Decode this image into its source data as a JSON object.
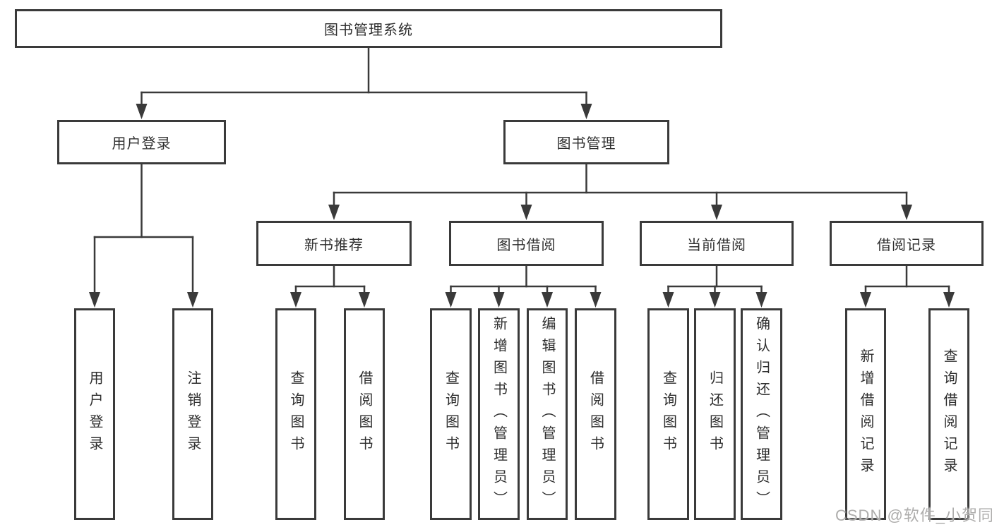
{
  "diagram": {
    "watermark": "CSDN @软件_小贺同学",
    "colors": {
      "background": "#ffffff",
      "box_border": "#3a3a3a",
      "connector_line": "#3a3a3a",
      "text": "#2e2e2e",
      "watermark_text": "#aeadac"
    },
    "tree": {
      "label": "图书管理系统",
      "children": [
        {
          "label": "用户登录",
          "children": [
            {
              "label": "用户登录"
            },
            {
              "label": "注销登录"
            }
          ]
        },
        {
          "label": "图书管理",
          "children": [
            {
              "label": "新书推荐",
              "children": [
                {
                  "label": "查询图书"
                },
                {
                  "label": "借阅图书"
                }
              ]
            },
            {
              "label": "图书借阅",
              "children": [
                {
                  "label": "查询图书"
                },
                {
                  "label": "新增图书（管理员）"
                },
                {
                  "label": "编辑图书（管理员）"
                },
                {
                  "label": "借阅图书"
                }
              ]
            },
            {
              "label": "当前借阅",
              "children": [
                {
                  "label": "查询图书"
                },
                {
                  "label": "归还图书"
                },
                {
                  "label": "确认归还（管理员）"
                }
              ]
            },
            {
              "label": "借阅记录",
              "children": [
                {
                  "label": "新增借阅记录"
                },
                {
                  "label": "查询借阅记录"
                }
              ]
            }
          ]
        }
      ]
    }
  }
}
